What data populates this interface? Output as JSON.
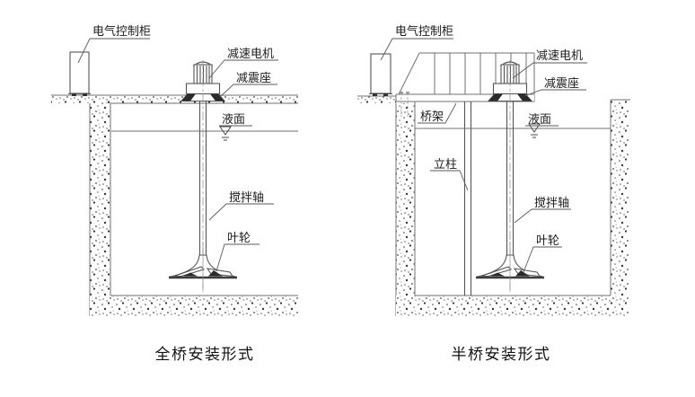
{
  "diagrams": {
    "left": {
      "caption": "全桥安装形式",
      "labels": {
        "cabinet": "电气控制柜",
        "motor": "减速电机",
        "damper": "减震座",
        "liquid_level": "液面",
        "shaft": "搅拌轴",
        "impeller": "叶轮"
      }
    },
    "right": {
      "caption": "半桥安装形式",
      "labels": {
        "cabinet": "电气控制柜",
        "motor": "减速电机",
        "damper": "减震座",
        "bridge": "桥架",
        "column": "立柱",
        "liquid_level": "液面",
        "shaft": "搅拌轴",
        "impeller": "叶轮"
      }
    },
    "colors": {
      "line": "#707070",
      "text": "#1c1c1c",
      "background": "#ffffff"
    }
  }
}
